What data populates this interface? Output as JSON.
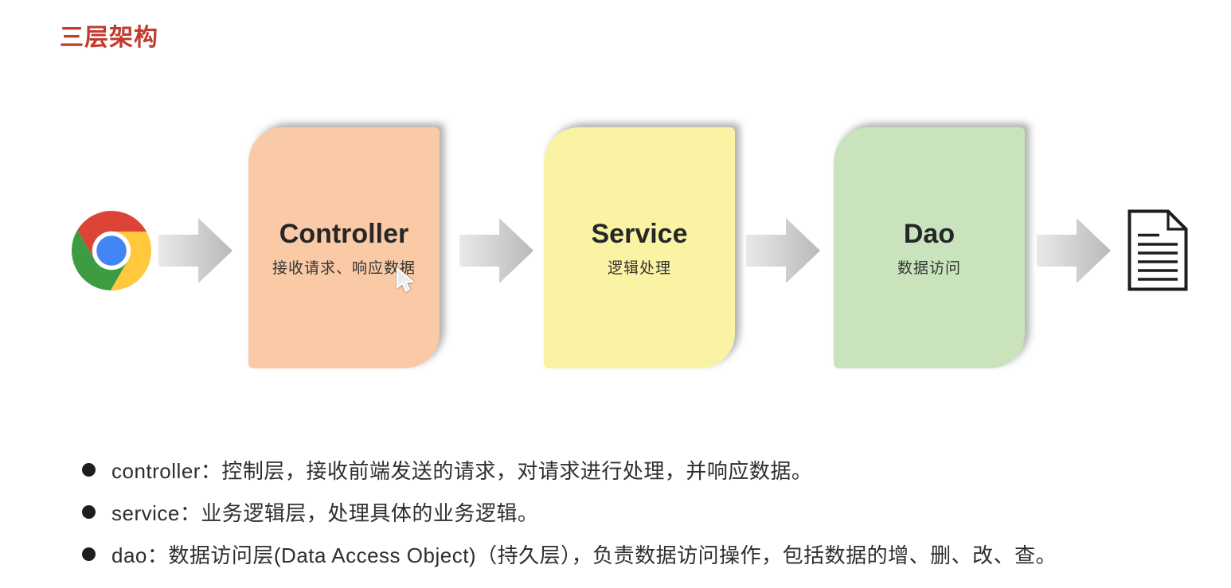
{
  "page": {
    "title": "三层架构",
    "title_color": "#C23B2C",
    "background": "#FFFFFF"
  },
  "diagram": {
    "source_icon": "chrome-browser",
    "sink_icon": "document-file",
    "layers": [
      {
        "name": "Controller",
        "desc": "接收请求、响应数据",
        "fill": "#FACAA6"
      },
      {
        "name": "Service",
        "desc": "逻辑处理",
        "fill": "#FAF3A3"
      },
      {
        "name": "Dao",
        "desc": "数据访问",
        "fill": "#C9E4BC"
      }
    ],
    "arrow": {
      "gradient_start": "#E9E9E9",
      "gradient_end": "#B9B9B9"
    },
    "chrome_colors": {
      "red": "#DB4437",
      "yellow": "#FFC83D",
      "green": "#3D9B41",
      "blue": "#4285F4"
    }
  },
  "notes": {
    "items": [
      "controller：控制层，接收前端发送的请求，对请求进行处理，并响应数据。",
      "service：业务逻辑层，处理具体的业务逻辑。",
      "dao：数据访问层(Data Access Object)（持久层），负责数据访问操作，包括数据的增、删、改、查。"
    ]
  }
}
